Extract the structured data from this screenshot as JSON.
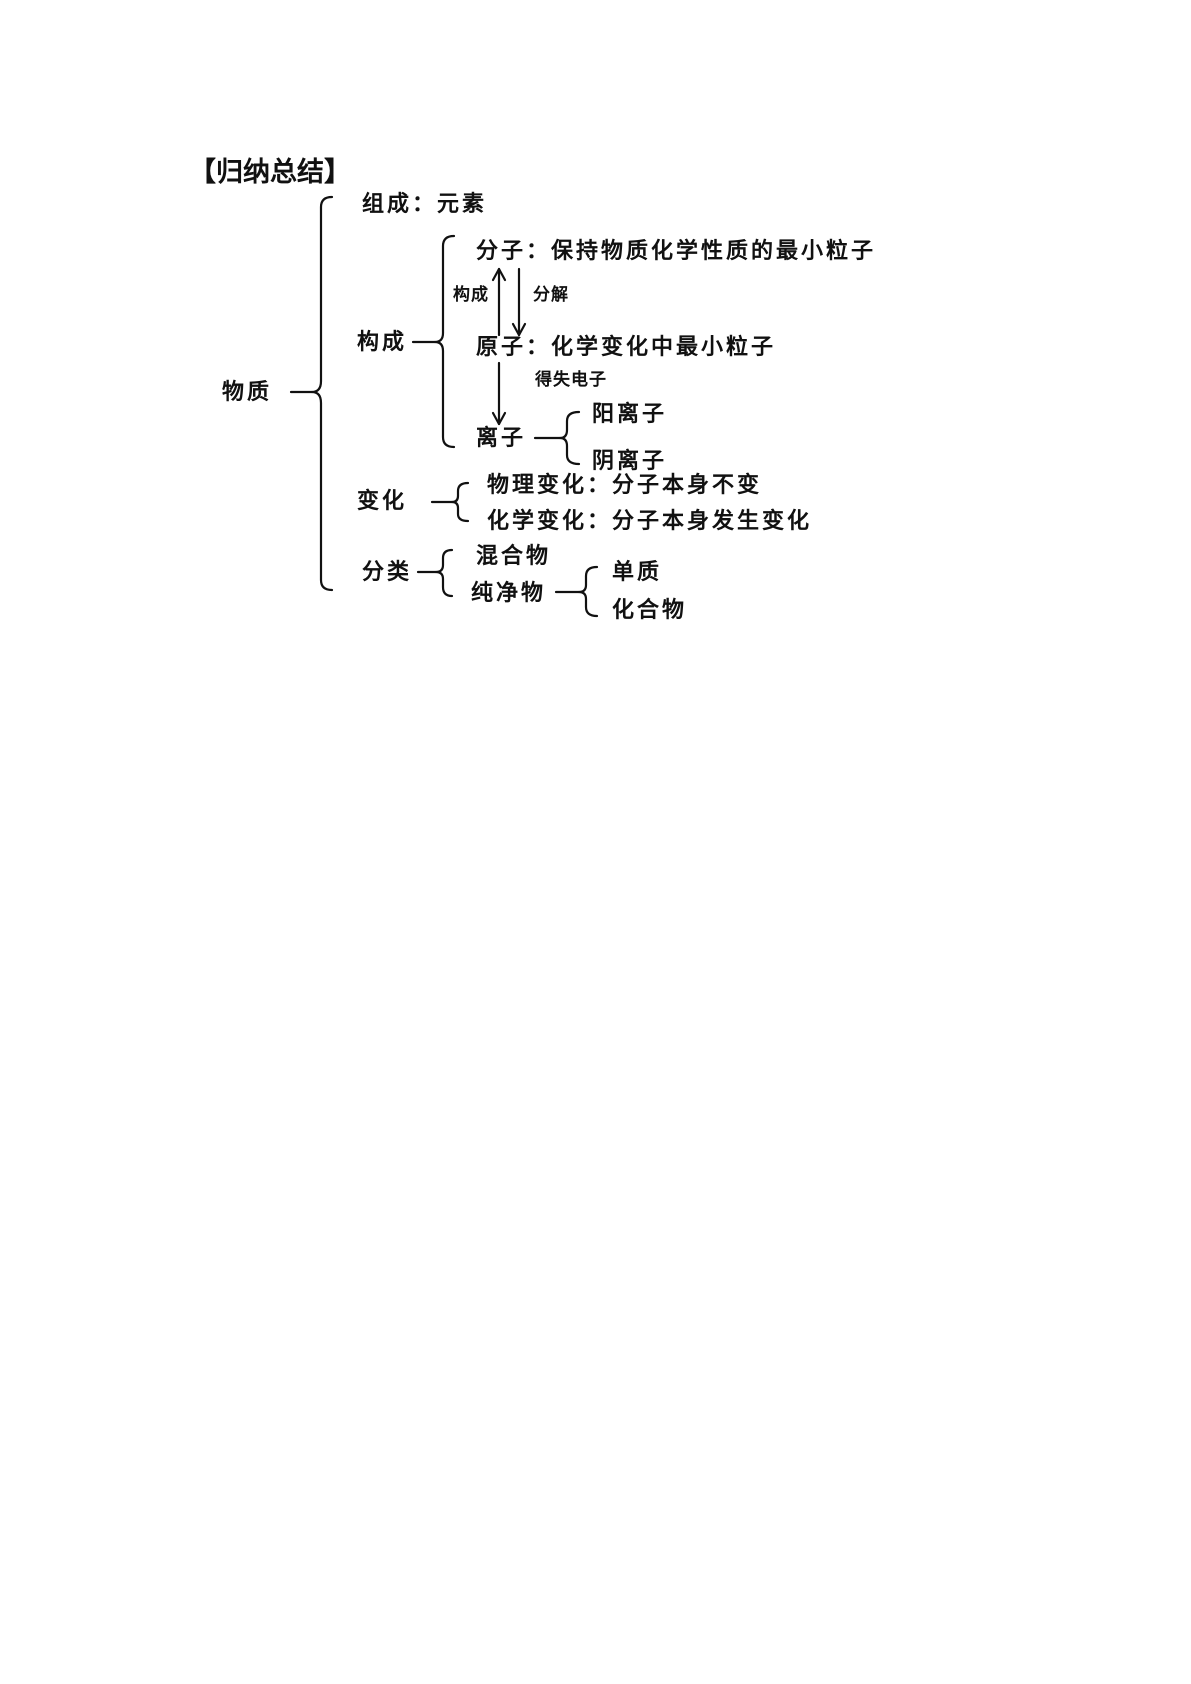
{
  "title": "【归纳总结】",
  "root": "物质",
  "composition": {
    "label": "组成：",
    "value": "元素"
  },
  "structure": {
    "label": "构成",
    "molecule": {
      "name": "分子：",
      "desc": "保持物质化学性质的最小粒子"
    },
    "arrow_up_label": "构成",
    "arrow_down_label": "分解",
    "atom": {
      "name": "原子：",
      "desc": "化学变化中最小粒子"
    },
    "electron_label": "得失电子",
    "ion": {
      "name": "离子",
      "types": [
        "阳离子",
        "阴离子"
      ]
    }
  },
  "change": {
    "label": "变化",
    "physical": {
      "name": "物理变化：",
      "desc": "分子本身不变"
    },
    "chemical": {
      "name": "化学变化：",
      "desc": "分子本身发生变化"
    }
  },
  "classification": {
    "label": "分类",
    "mixture": "混合物",
    "pure": "纯净物",
    "pure_types": [
      "单质",
      "化合物"
    ]
  }
}
